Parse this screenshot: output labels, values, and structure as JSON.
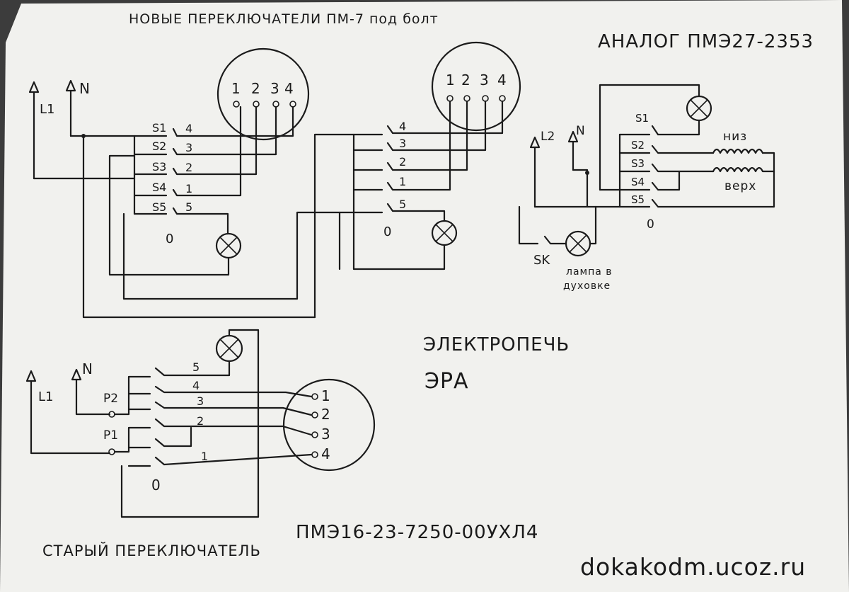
{
  "texts": {
    "top_title": "НОВЫЕ ПЕРЕКЛЮЧАТЕЛИ ПМ-7 под болт",
    "analog": "АНАЛОГ ПМЭ27-2353",
    "oven_title_1": "ЭЛЕКТРОПЕЧЬ",
    "oven_title_2": "ЭРА",
    "old_switch": "СТАРЫЙ ПЕРЕКЛЮЧАТЕЛЬ",
    "old_model": "ПМЭ16-23-7250-00УХЛ4",
    "website": "dokakodm.ucoz.ru"
  },
  "diagram1": {
    "L": "L1",
    "N": "N",
    "terminals": [
      "1",
      "2",
      "3",
      "4"
    ],
    "switches": [
      "S1",
      "S2",
      "S3",
      "S4",
      "S5"
    ],
    "wire_numbers": [
      "4",
      "3",
      "2",
      "1",
      "5"
    ],
    "zero": "0"
  },
  "diagram2": {
    "terminals": [
      "1",
      "2",
      "3",
      "4"
    ],
    "wire_numbers": [
      "4",
      "3",
      "2",
      "1",
      "5"
    ],
    "zero": "0"
  },
  "diagram3": {
    "L": "L2",
    "N": "N",
    "switches": [
      "S1",
      "S2",
      "S3",
      "S4",
      "S5"
    ],
    "heater_top": "низ",
    "heater_bottom": "верх",
    "zero": "0",
    "sk": "SK",
    "lamp_label_1": "лампа в",
    "lamp_label_2": "духовке"
  },
  "diagram4": {
    "L": "L1",
    "N": "N",
    "p2": "P2",
    "p1": "P1",
    "terminals": [
      "1",
      "2",
      "3",
      "4"
    ],
    "wire_numbers": [
      "5",
      "4",
      "3",
      "2",
      "1"
    ],
    "zero": "0"
  },
  "colors": {
    "paper": "#f1f1ee",
    "ink": "#1b1b1b",
    "background": "#3c3c3c"
  }
}
